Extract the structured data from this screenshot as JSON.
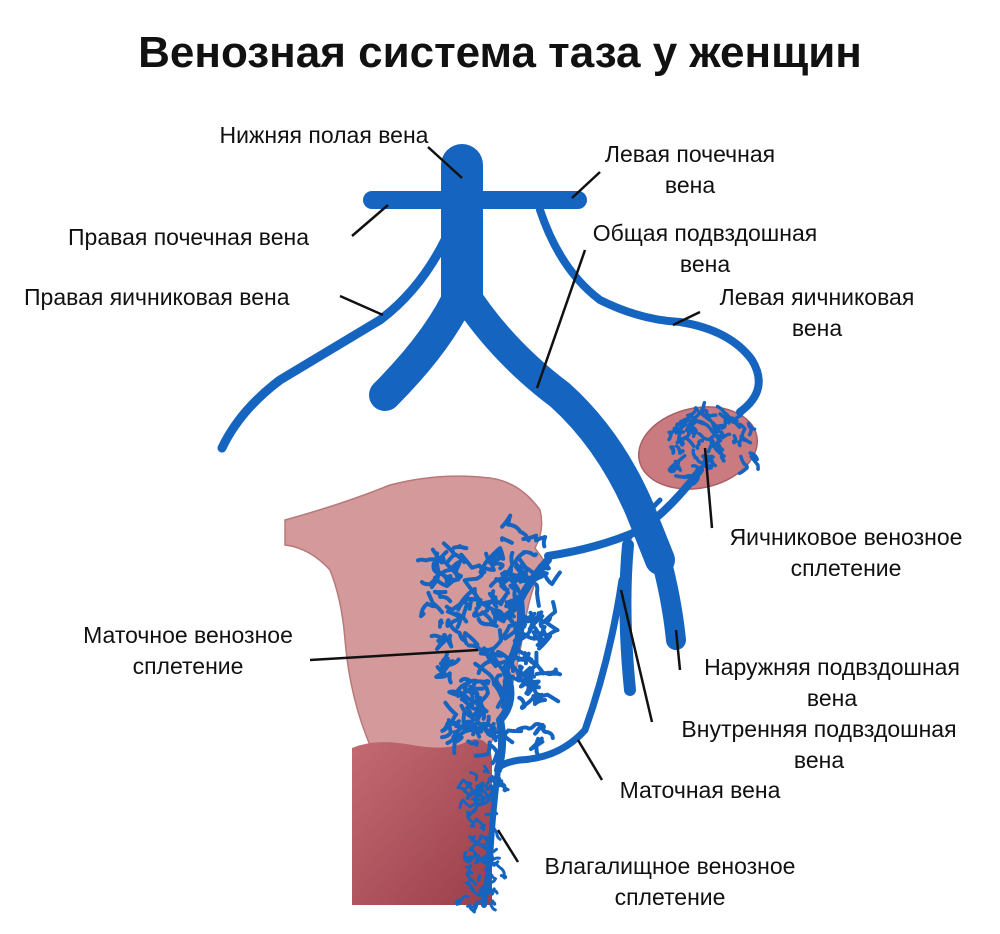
{
  "title": "Венозная система таза у женщин",
  "colors": {
    "vein": "#1565c0",
    "vein_dark": "#0d47a1",
    "uterus": "#d4999b",
    "uterus_edge": "#b87878",
    "vagina": "#b04f5a",
    "ovary": "#c97b80"
  },
  "labels": {
    "ivc": [
      "Нижняя полая вена"
    ],
    "left_renal": [
      "Левая почечная",
      "вена"
    ],
    "right_renal": [
      "Правая почечная вена"
    ],
    "common_iliac": [
      "Общая подвздошная",
      "вена"
    ],
    "right_ovarian": [
      "Правая яичниковая вена"
    ],
    "left_ovarian": [
      "Левая яичниковая",
      "вена"
    ],
    "ovarian_plexus": [
      "Яичниковое венозное",
      "сплетение"
    ],
    "uterine_plexus": [
      "Маточное венозное",
      "сплетение"
    ],
    "external_iliac": [
      "Наружняя подвздошная",
      "вена"
    ],
    "internal_iliac": [
      "Внутренняя подвздошная",
      "вена"
    ],
    "uterine_vein": [
      "Маточная вена"
    ],
    "vaginal_plexus": [
      "Влагалищное венозное",
      "сплетение"
    ]
  }
}
